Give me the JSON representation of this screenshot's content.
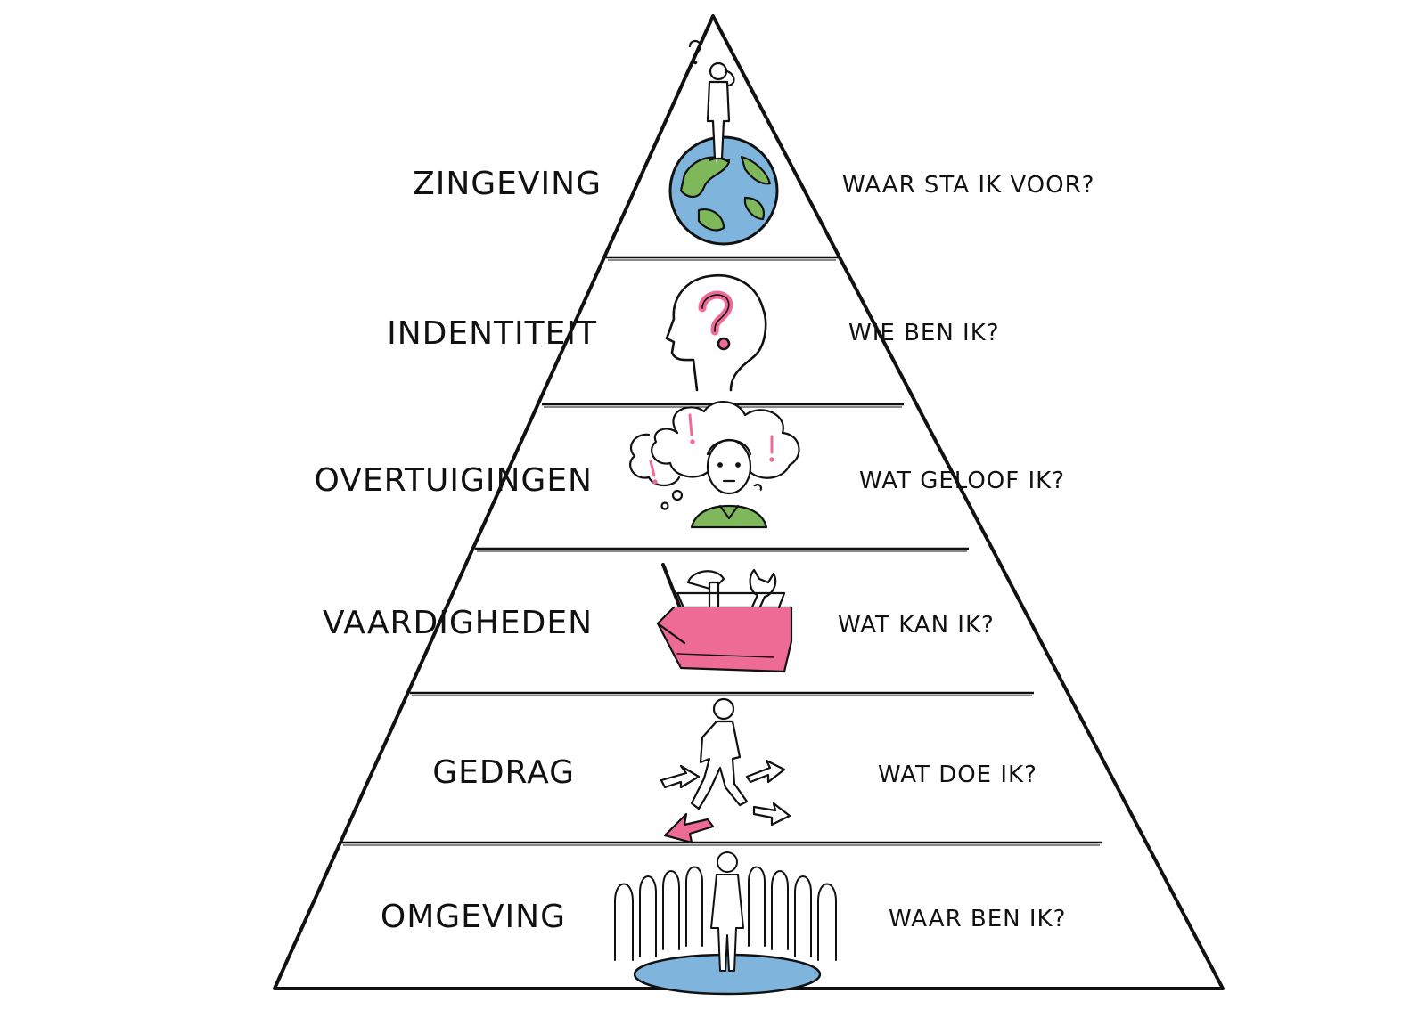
{
  "levels": [
    {
      "name": "ZINGEVING",
      "question": "WAAR STA IK VOOR?",
      "icon": "person-on-globe-icon"
    },
    {
      "name": "INDENTITEIT",
      "question": "WIE BEN IK?",
      "icon": "head-question-mark-icon"
    },
    {
      "name": "OVERTUIGINGEN",
      "question": "WAT GELOOF IK?",
      "icon": "thinking-person-icon"
    },
    {
      "name": "VAARDIGHEDEN",
      "question": "WAT KAN IK?",
      "icon": "toolbox-icon"
    },
    {
      "name": "GEDRAG",
      "question": "WAT DOE IK?",
      "icon": "walking-person-arrows-icon"
    },
    {
      "name": "OMGEVING",
      "question": "WAAR BEN IK?",
      "icon": "crowd-icon"
    }
  ],
  "colors": {
    "line": "#111111",
    "green": "#7fb85a",
    "blue": "#7fb5dc",
    "pink": "#ee6b95"
  }
}
